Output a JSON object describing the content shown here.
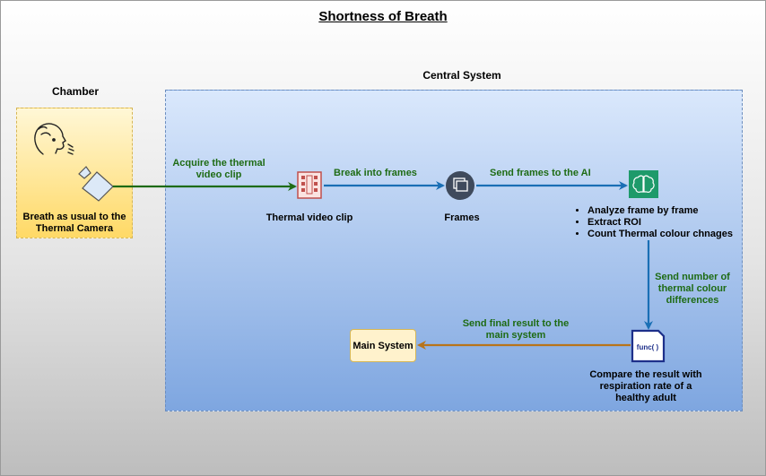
{
  "title": "Shortness of Breath",
  "chamber": {
    "title": "Chamber",
    "label": "Breath as usual to the Thermal Camera"
  },
  "central": {
    "title": "Central System",
    "thermal_clip_label": "Thermal video clip",
    "frames_label": "Frames",
    "ai_steps": [
      "Analyze frame by frame",
      "Extract ROI",
      "Count Thermal colour chnages"
    ],
    "func_icon_text": "func( )",
    "compare_label": "Compare the result with respiration rate of a healthy adult"
  },
  "main_system": {
    "label": "Main System"
  },
  "edges": {
    "acquire": "Acquire the thermal video clip",
    "break": "Break into frames",
    "send_ai": "Send frames to the AI",
    "send_number": "Send number of thermal colour differences",
    "send_final": "Send final result to the main system"
  },
  "colors": {
    "green_arrow": "#1e6b14",
    "blue_arrow": "#1a6fb5",
    "orange_arrow": "#b8741a",
    "label_green": "#1e6b14"
  },
  "icons": [
    "person-breathing-icon",
    "camera-icon",
    "film-strip-icon",
    "frames-icon",
    "ai-brain-icon",
    "function-icon"
  ]
}
